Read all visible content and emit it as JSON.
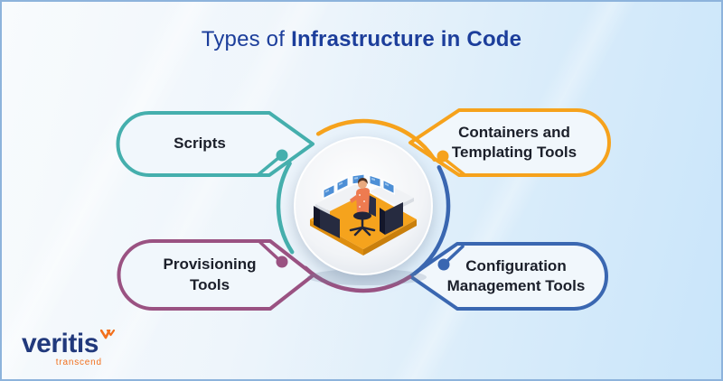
{
  "title": {
    "prefix": "Types of",
    "emphasis": "Infrastructure in Code"
  },
  "tags": {
    "scripts": {
      "l1": "Scripts",
      "l2": "",
      "color": "#45AFAD"
    },
    "containers": {
      "l1": "Containers and",
      "l2": "Templating Tools",
      "color": "#F6A21C"
    },
    "provisioning": {
      "l1": "Provisioning",
      "l2": "Tools",
      "color": "#9A5282"
    },
    "configuration": {
      "l1": "Configuration",
      "l2": "Management Tools",
      "color": "#3A67B1"
    }
  },
  "center": {
    "illustration_alt": "person-at-workstation-with-monitors"
  },
  "logo": {
    "name": "veritis",
    "tagline": "transcend"
  },
  "colors": {
    "teal": "#45AFAD",
    "orange": "#F6A21C",
    "purple": "#9A5282",
    "blue": "#3A67B1",
    "title_navy": "#1C3E9B",
    "label_dark": "#1B1F2A",
    "logo_navy": "#21397C",
    "logo_orange": "#F2701D",
    "tag_fill": "#F1F7FC",
    "platform_orange": "#F5A31D"
  }
}
